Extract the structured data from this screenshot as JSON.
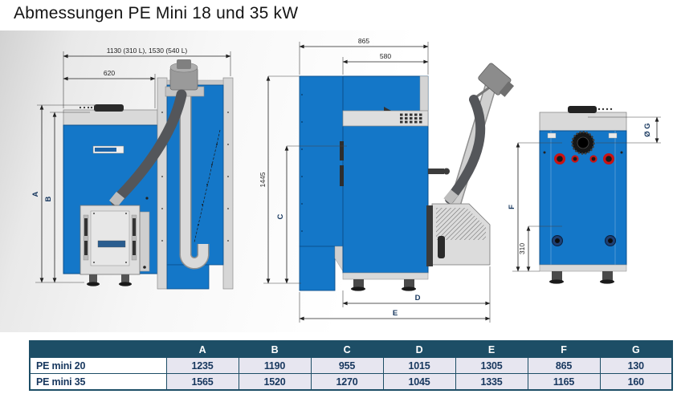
{
  "title": "Abmessungen PE Mini 18 und 35 kW",
  "views": {
    "front": {
      "dim_width_total": "1130 (310 L), 1530 (540 L)",
      "dim_width_boiler": "620",
      "dim_height_a": "A",
      "dim_height_b": "B"
    },
    "side": {
      "dim_depth_total": "865",
      "dim_depth_top": "580",
      "dim_height_total": "1445",
      "dim_height_c": "C",
      "dim_depth_d": "D",
      "dim_depth_e": "E"
    },
    "back": {
      "dim_height_f": "F",
      "dim_conn_height": "310",
      "dim_flue_diameter": "Ø G"
    }
  },
  "table": {
    "corner": "",
    "columns": [
      "A",
      "B",
      "C",
      "D",
      "E",
      "F",
      "G"
    ],
    "rows": [
      {
        "label": "PE mini 20",
        "values": [
          "1235",
          "1190",
          "955",
          "1015",
          "1305",
          "865",
          "130"
        ]
      },
      {
        "label": "PE mini 35",
        "values": [
          "1565",
          "1520",
          "1270",
          "1045",
          "1335",
          "1165",
          "160"
        ]
      }
    ]
  },
  "colors": {
    "boiler_blue": "#1477c8",
    "panel_gray": "#d9d9d9",
    "hose_gray": "#54565a",
    "connection_red": "#c81414",
    "table_header_bg": "#1d4e66",
    "table_cell_bg": "#e7e6f0",
    "dim_text": "#17375e"
  }
}
